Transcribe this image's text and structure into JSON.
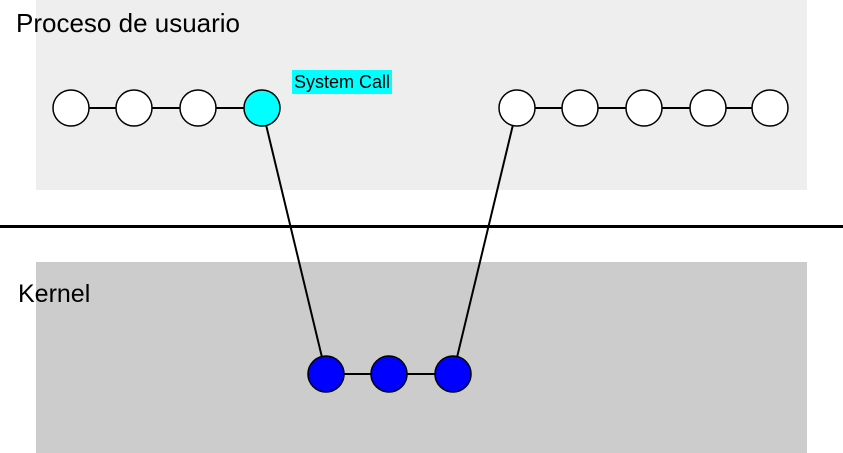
{
  "regions": {
    "user": {
      "label": "Proceso de usuario",
      "fill": "#eeeeee"
    },
    "kernel": {
      "label": "Kernel",
      "fill": "#cccccc"
    }
  },
  "callout": {
    "label": "System Call",
    "highlight": "#00ffff"
  },
  "node_colors": {
    "user": "#ffffff",
    "syscall": "#00ffff",
    "kernel": "#0000ff",
    "stroke": "#000000"
  },
  "flow": {
    "user_nodes_before_call": 3,
    "user_nodes_after_return": 5,
    "kernel_nodes": 3
  }
}
